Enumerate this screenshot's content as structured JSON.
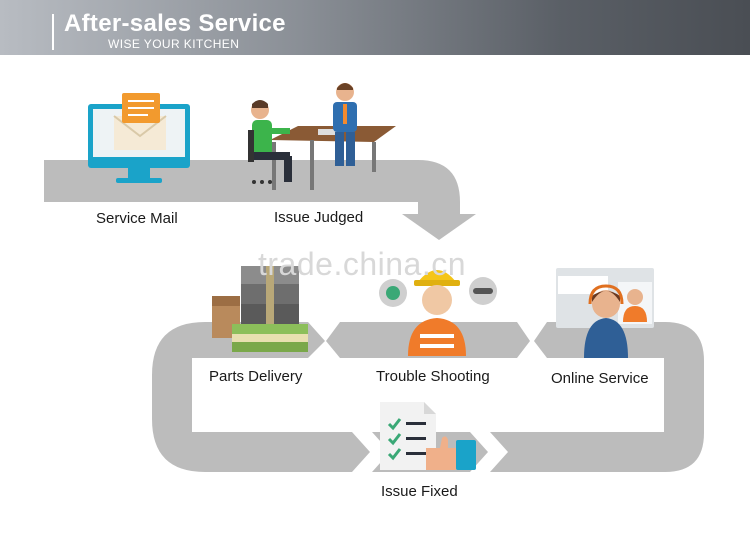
{
  "header": {
    "title": "After-sales Service",
    "subtitle": "WISE YOUR KITCHEN"
  },
  "steps": {
    "service_mail": "Service Mail",
    "issue_judged": "Issue Judged",
    "parts_delivery": "Parts Delivery",
    "trouble_shooting": "Trouble Shooting",
    "online_service": "Online Service",
    "issue_fixed": "Issue Fixed"
  },
  "watermark": "trade.china.cn",
  "colors": {
    "track": "#bcbcbc",
    "header_dark": "#4a4e54",
    "monitor": "#1aa3c9",
    "envelope": "#f29a2e",
    "helmet": "#f5c518",
    "vest": "#f07b2a"
  }
}
